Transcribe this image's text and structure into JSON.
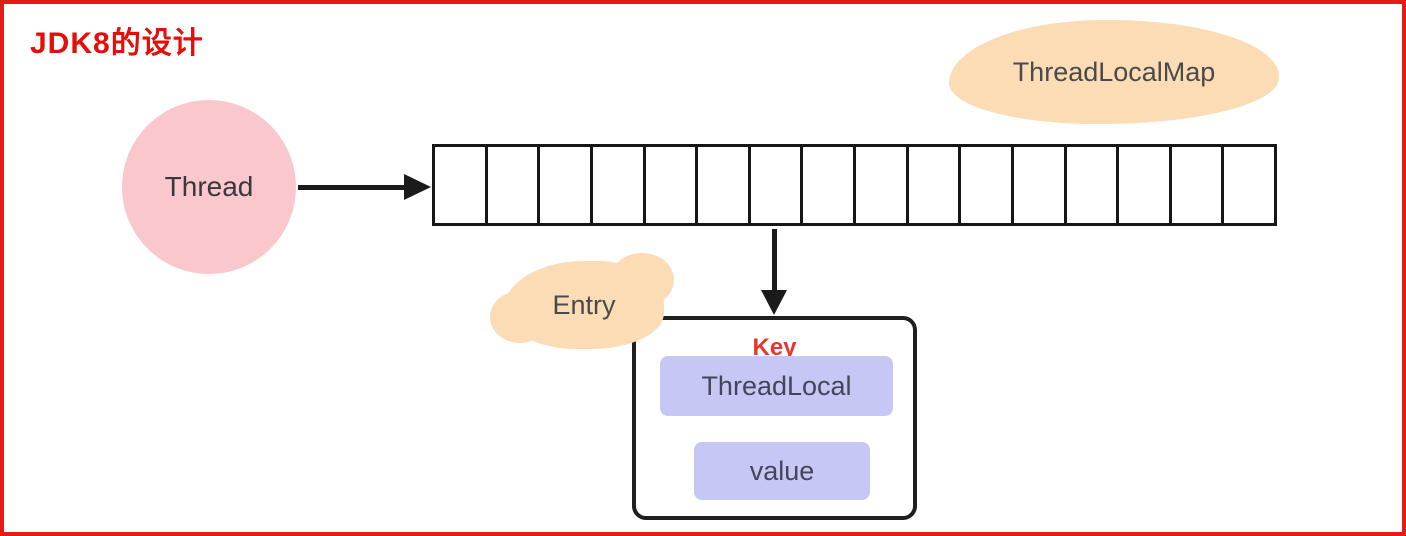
{
  "title": "JDK8的设计",
  "thread_node": {
    "label": "Thread"
  },
  "threadlocalmap_cloud": {
    "label": "ThreadLocalMap"
  },
  "array": {
    "cell_count": 16
  },
  "entry": {
    "cloud_label": "Entry",
    "key_caption": "Key",
    "key_box_label": "ThreadLocal",
    "value_box_label": "value"
  },
  "colors": {
    "frame_red": "#e01d17",
    "title_red": "#e30f0a",
    "thread_pink": "#f9c7cc",
    "cloud_peach": "#fbdcb4",
    "slot_lavender": "#c6c7f4",
    "arrow_black": "#1b1b1b",
    "key_red": "#e8362e"
  }
}
